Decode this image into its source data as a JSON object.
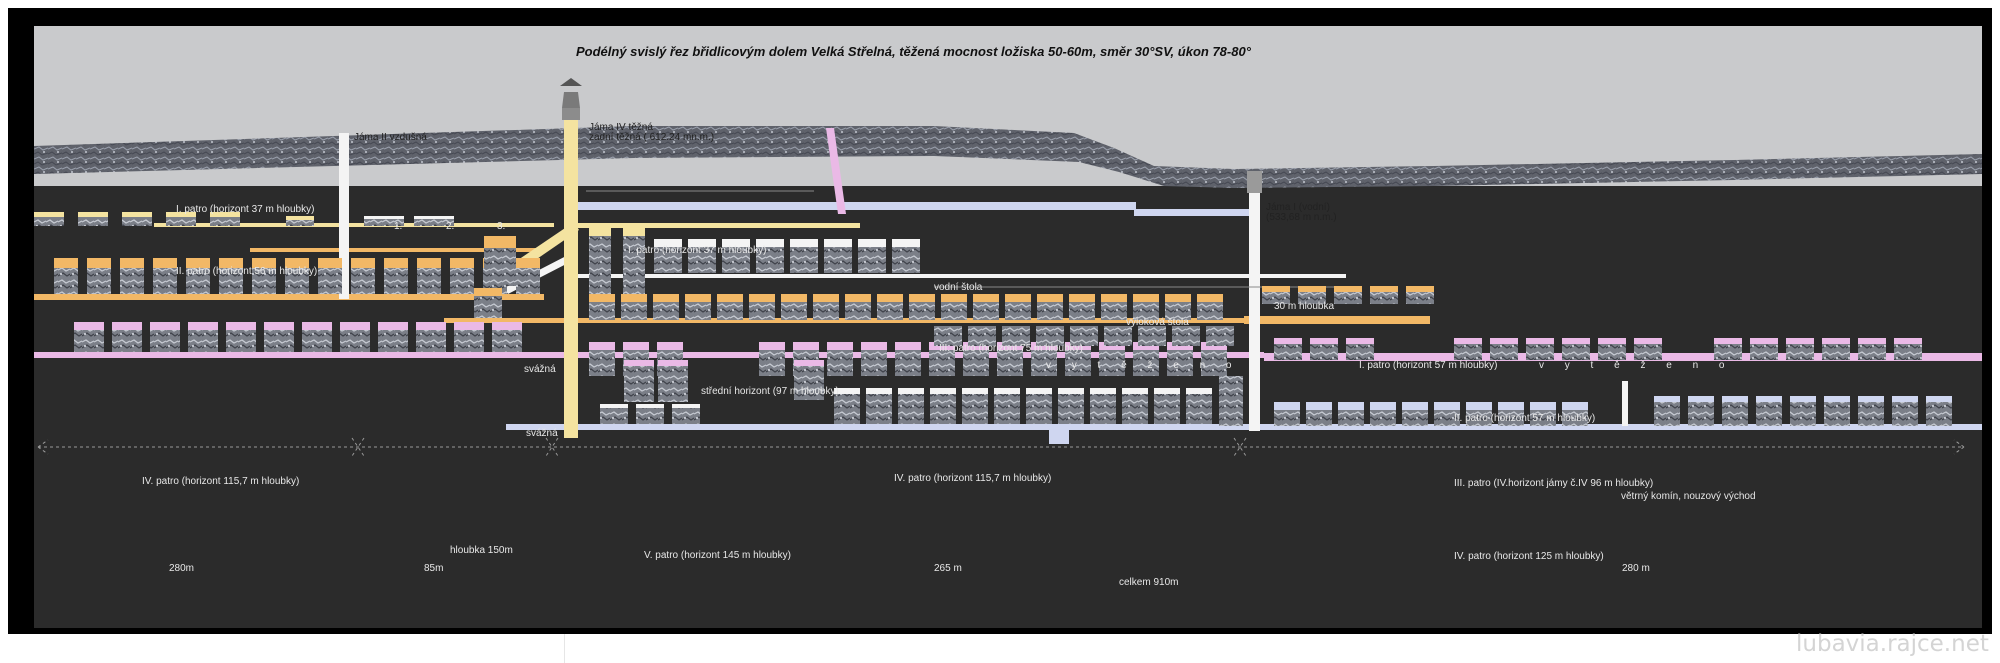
{
  "title": "Podélný svislý řez břidlicovým dolem Velká Střelná, těžená mocnost ložiska 50-60m, směr 30°SV, úkon 78-80°",
  "shafts": {
    "jama2": "Jáma II vzdušná",
    "jama4_line1": "Jáma IV těžná",
    "jama4_line2": "zadní těžná ( 612.24 mn.m.)",
    "jama1_line1": "Jáma I (vodní)",
    "jama1_line2": "(533,68 m n.m.)"
  },
  "levels_left": {
    "l1": "I. patro (horizont 37 m hloubky)",
    "l2": "II. patro (horizont 56 m hloubky)",
    "l4": "IV. patro (horizont 115,7 m hloubky)",
    "depth150": "hloubka 150m",
    "chambers": [
      "1.",
      "2.",
      "3."
    ],
    "svazna1": "svážná",
    "svazna2": "svážná"
  },
  "levels_middle": {
    "l1": "I. patro (horizont 37 m hloubky)",
    "vodni_stola": "vodní štola",
    "vylokova_stola": "výloková štola",
    "l3": "III. patro (horizont 75 m hloubky)",
    "vytezeno": "v y t ě ž e n o",
    "stredni": "střední horizont (97 m hloubky)",
    "l4": "IV. patro (horizont 115,7 m hloubky)",
    "l5": "V. patro (horizont 145 m hloubky)"
  },
  "levels_right": {
    "depth30": "30 m hloubka",
    "l1": "I. patro (horizont 57 m hloubky)",
    "vytezeno": "v y t ě ž e n o",
    "l2": "II. patro (horizont 57 m hloubky)",
    "l3": "III. patro (IV.horizont jámy č.IV 96 m hloubky)",
    "vetrny": "větrný komín, nouzový východ",
    "l4": "IV. patro (horizont 125 m hloubky)"
  },
  "dimensions": {
    "d1": "280m",
    "d2": "85m",
    "d3": "265 m",
    "d4": "280 m",
    "total": "celkem 910m"
  },
  "watermark": "lubavia.rajce.net",
  "colors": {
    "sky": "#c9cacc",
    "ground": "#2b2b2b",
    "rock": "#6b6e78",
    "yellow": "#f4e3a0",
    "orange": "#f2b866",
    "pink": "#eab9e6",
    "blue": "#cfd6f0",
    "white": "#f4f4f4"
  }
}
